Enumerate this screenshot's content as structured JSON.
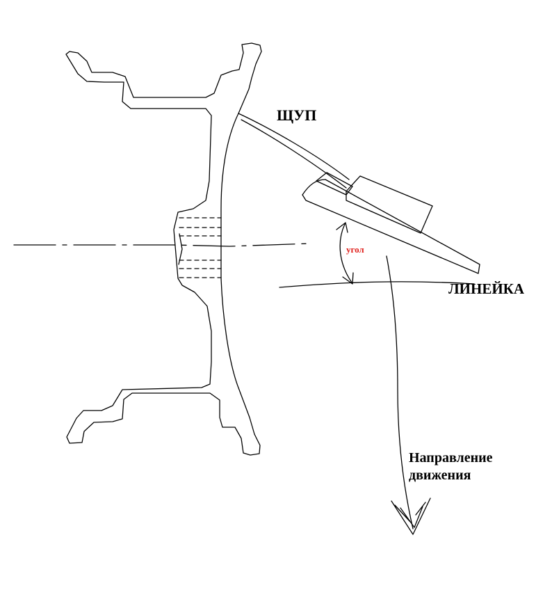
{
  "labels": {
    "probe": "ЩУП",
    "ruler": "ЛИНЕЙКА",
    "angle": "угол",
    "direction_line1": "Направление",
    "direction_line2": "движения"
  },
  "colors": {
    "stroke": "#000000",
    "angle_label": "#e0201c",
    "background": "#ffffff"
  }
}
